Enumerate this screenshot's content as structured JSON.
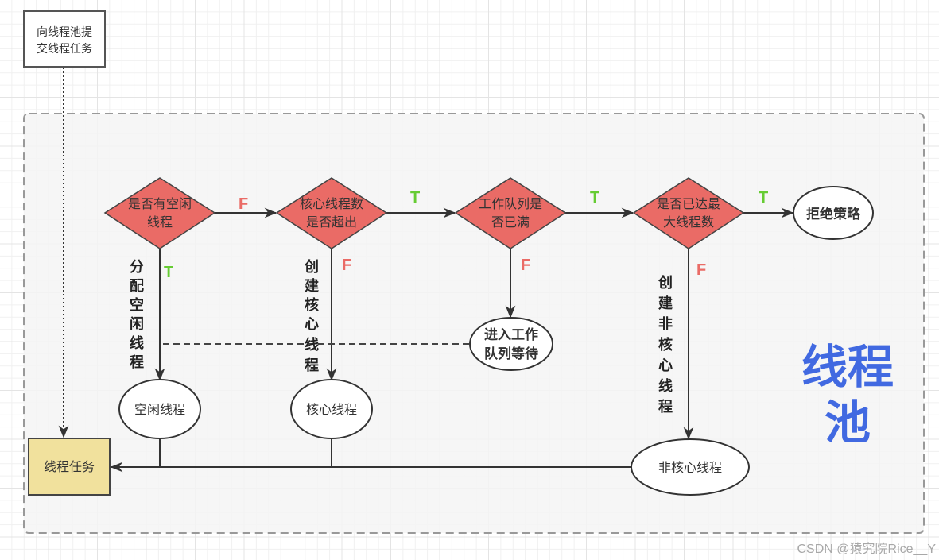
{
  "diagram": {
    "title": "线程池",
    "submit_box": {
      "lines": [
        "向线程池提",
        "交线程任务"
      ]
    },
    "task_box": {
      "label": "线程任务"
    },
    "decisions": [
      {
        "id": "idle",
        "lines": [
          "是否有空闲",
          "线程"
        ]
      },
      {
        "id": "core_exceed",
        "lines": [
          "核心线程数",
          "是否超出"
        ]
      },
      {
        "id": "queue_full",
        "lines": [
          "工作队列是",
          "否已满"
        ]
      },
      {
        "id": "max_reached",
        "lines": [
          "是否已达最",
          "大线程数"
        ]
      }
    ],
    "terminals": {
      "reject": {
        "label": "拒绝策略"
      },
      "queue_wait": {
        "lines": [
          "进入工作",
          "队列等待"
        ]
      },
      "idle_thread": {
        "label": "空闲线程"
      },
      "core_thread": {
        "label": "核心线程"
      },
      "non_core_thread": {
        "label": "非核心线程"
      }
    },
    "edge_labels": {
      "idle_to_core": "F",
      "idle_down": "T",
      "core_to_queue": "T",
      "core_down": "F",
      "queue_to_max": "T",
      "queue_down": "F",
      "max_to_reject": "T",
      "max_down": "F"
    },
    "vertical_labels": {
      "assign_idle": [
        "分",
        "配",
        "空",
        "闲",
        "线",
        "程"
      ],
      "create_core": [
        "创",
        "建",
        "核",
        "心",
        "线",
        "程"
      ],
      "create_non_core": [
        "创",
        "建",
        "非",
        "核",
        "心",
        "线",
        "程"
      ]
    },
    "colors": {
      "decision_fill": "#ea6b66",
      "task_fill": "#f1e19d",
      "true_label": "#66cc33",
      "false_label": "#ea6b66",
      "title": "#4169e1",
      "container_fill": "#f5f5f5"
    }
  },
  "watermark": "CSDN @猿究院Rice__Y"
}
